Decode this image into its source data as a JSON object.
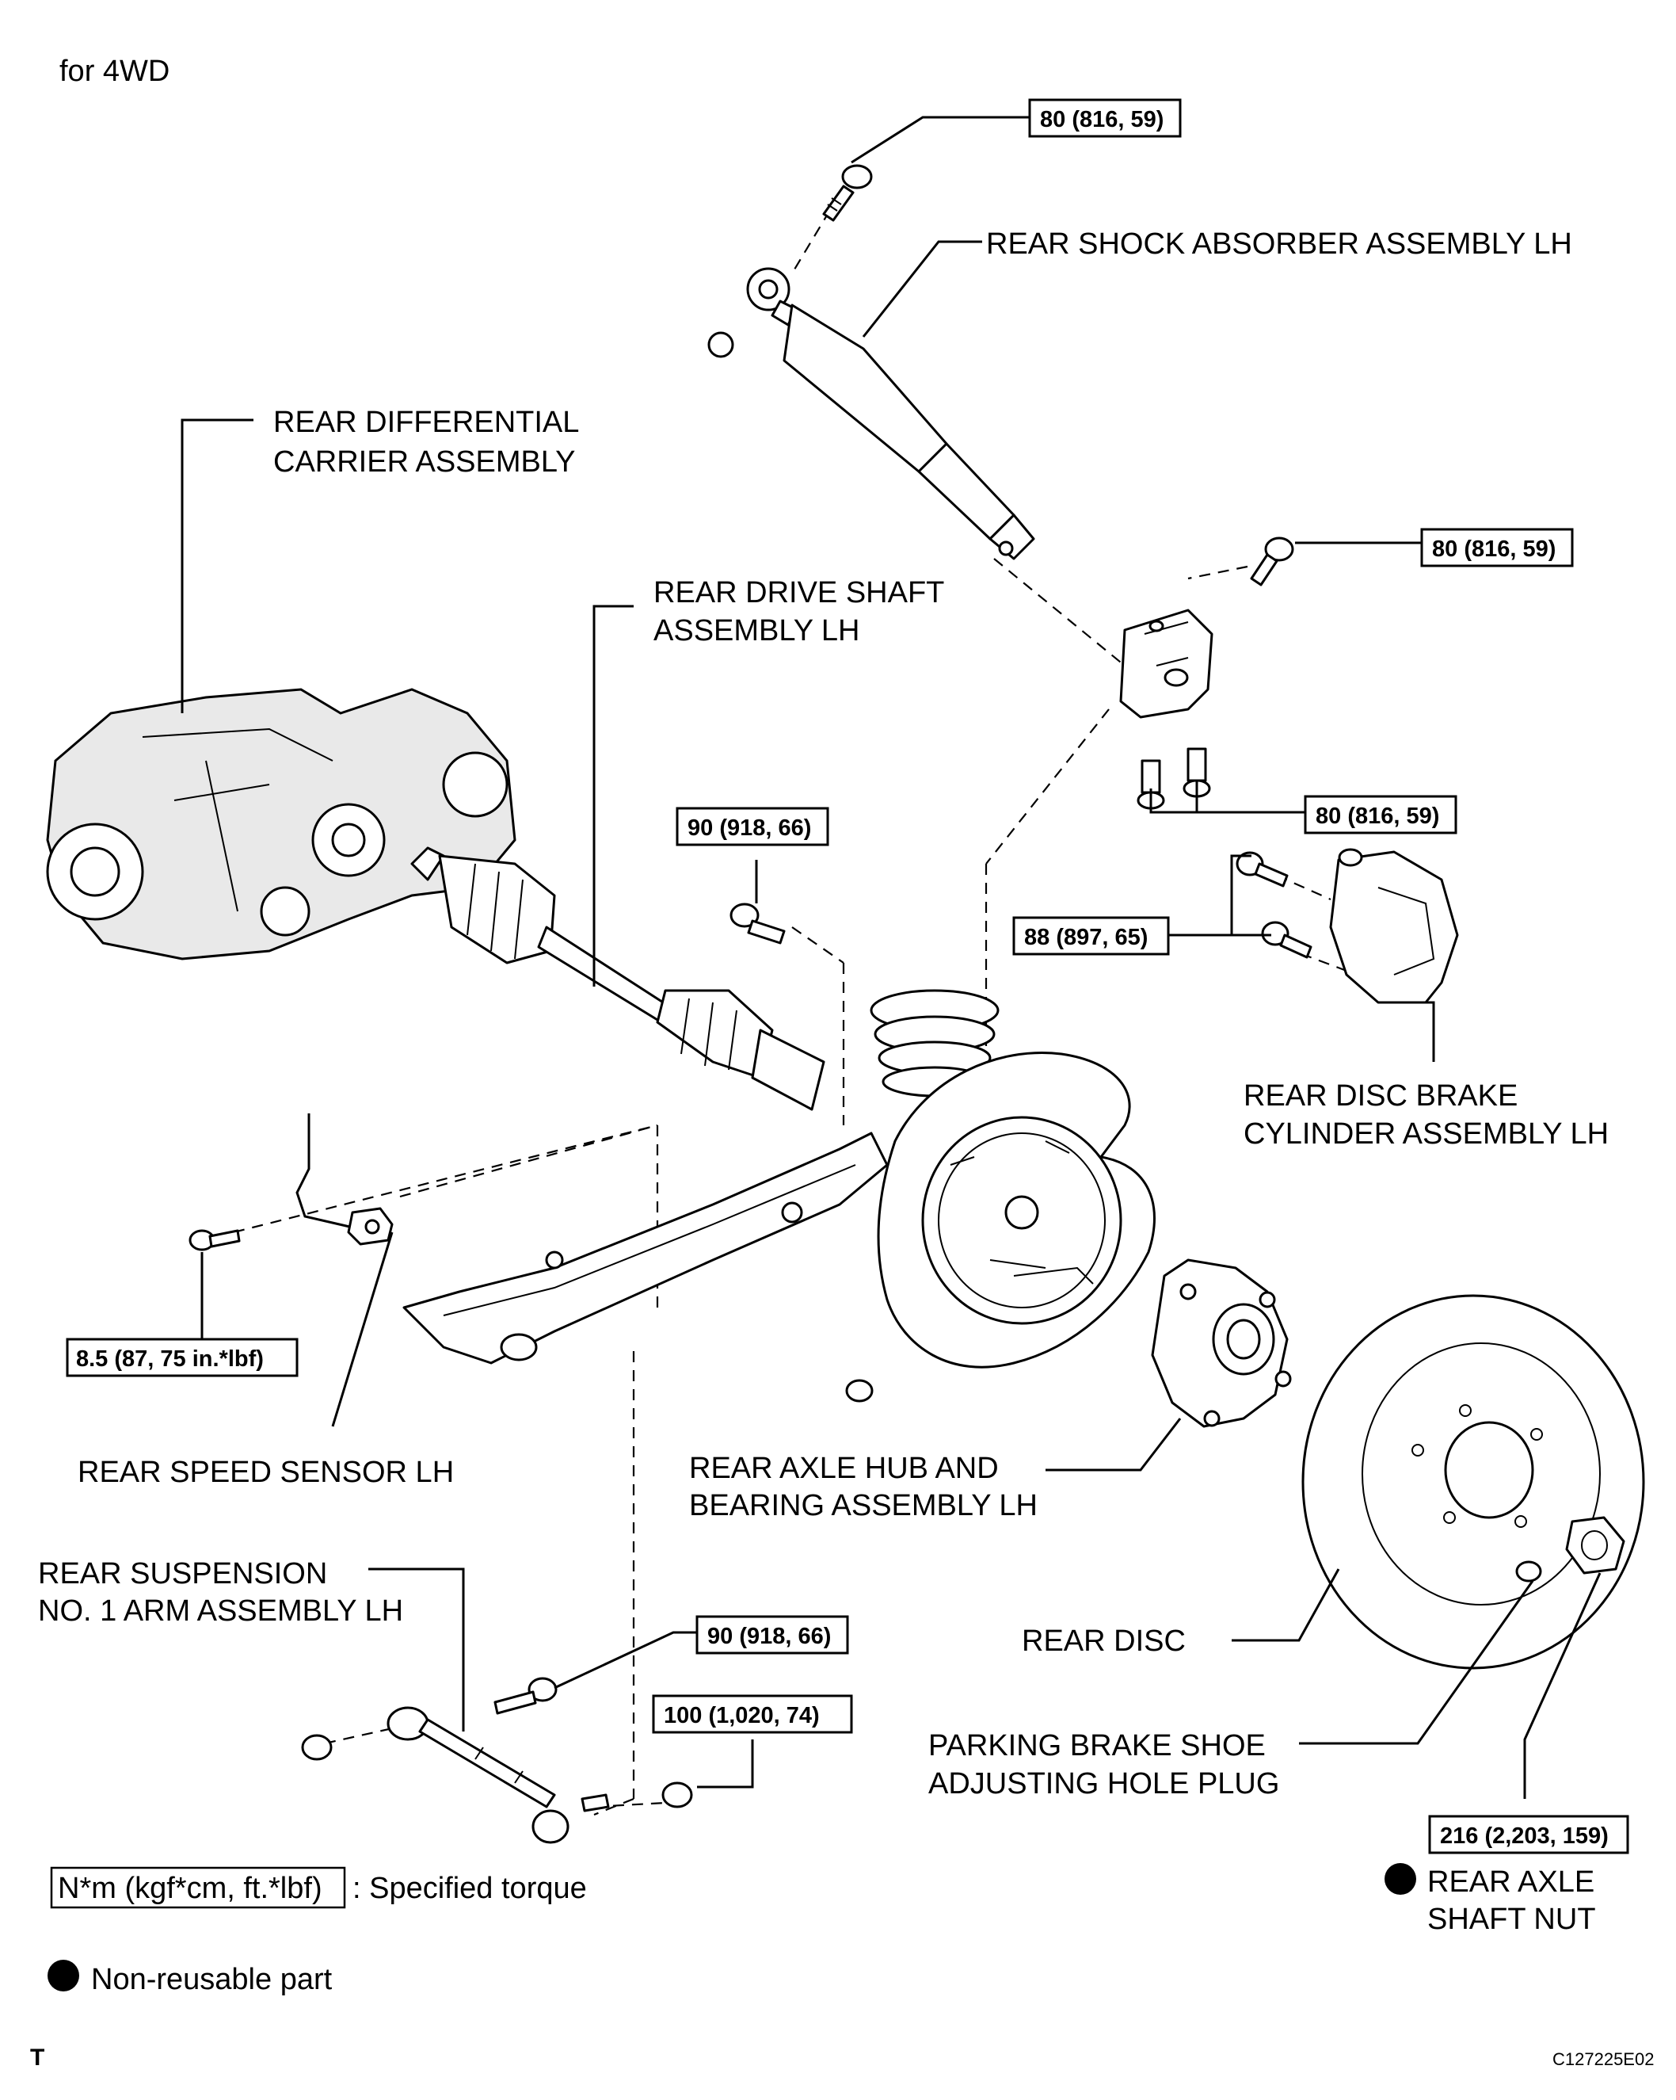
{
  "header": {
    "variant": "for 4WD"
  },
  "parts": {
    "shock_absorber": "REAR SHOCK ABSORBER ASSEMBLY LH",
    "diff_carrier_1": "REAR DIFFERENTIAL",
    "diff_carrier_2": "CARRIER ASSEMBLY",
    "drive_shaft_1": "REAR DRIVE SHAFT",
    "drive_shaft_2": "ASSEMBLY LH",
    "brake_cyl_1": "REAR DISC BRAKE",
    "brake_cyl_2": "CYLINDER ASSEMBLY LH",
    "speed_sensor": "REAR SPEED SENSOR LH",
    "axle_hub_1": "REAR AXLE HUB AND",
    "axle_hub_2": "BEARING ASSEMBLY LH",
    "susp_arm_1": "REAR SUSPENSION",
    "susp_arm_2": "NO. 1 ARM ASSEMBLY LH",
    "rear_disc": "REAR DISC",
    "plug_1": "PARKING BRAKE SHOE",
    "plug_2": "ADJUSTING HOLE PLUG",
    "nut_1": "REAR AXLE",
    "nut_2": "SHAFT NUT"
  },
  "torques": {
    "shock_upper": "80 (816, 59)",
    "shock_lower": "80 (816, 59)",
    "bracket": "80 (816, 59)",
    "drive_shaft": "90 (918, 66)",
    "brake_cyl": "88 (897, 65)",
    "speed_sensor": "8.5 (87, 75 in.*lbf)",
    "arm_bolt": "90 (918, 66)",
    "arm_nut": "100 (1,020, 74)",
    "axle_nut": "216 (2,203, 159)"
  },
  "legend": {
    "torque_unit": "N*m (kgf*cm, ft.*lbf)",
    "torque_desc": ": Specified torque",
    "nonreusable": "Non-reusable part"
  },
  "footer": {
    "letter": "T",
    "code": "C127225E02"
  }
}
